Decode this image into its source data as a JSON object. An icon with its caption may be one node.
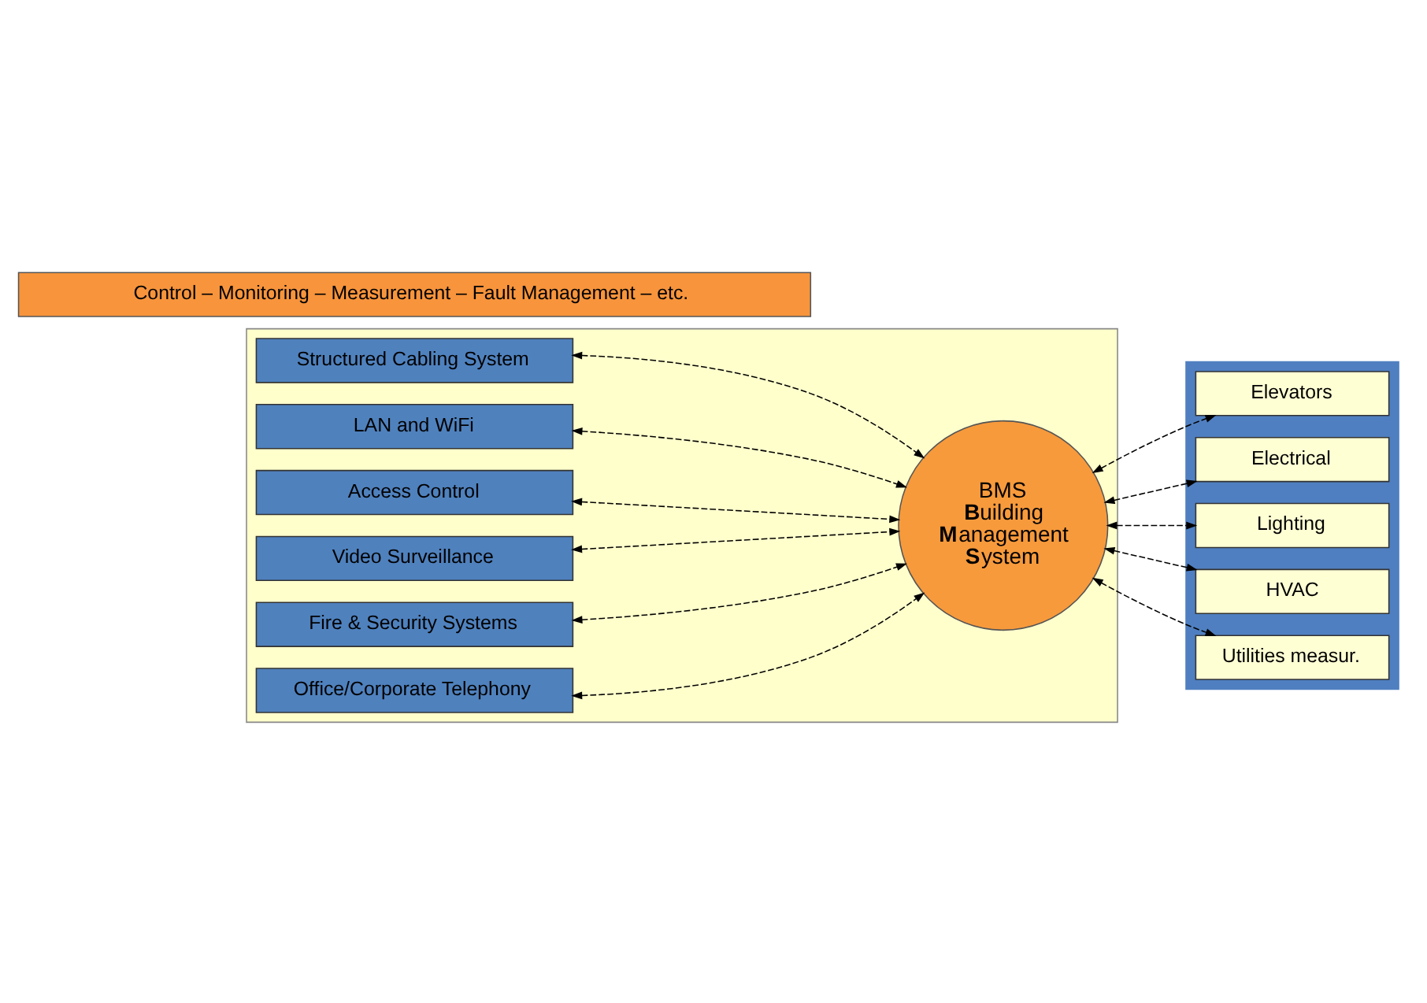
{
  "diagram": {
    "nodes": [
      {
        "text": [],
        "shape": "box"
      },
      {
        "text": [
          "Structured Cabling System"
        ],
        "in": 0
      },
      {
        "text": [
          "LAN and WiFi"
        ],
        "in": 0
      },
      {
        "text": [
          "Access Control"
        ],
        "in": 0
      },
      {
        "text": [
          "Video Surveillance"
        ],
        "in": 0
      },
      {
        "text": [
          "Fire & Security Systems"
        ],
        "in": 0
      },
      {
        "text": [
          "Office/Corporate Telephony"
        ],
        "in": 0
      },
      {
        "text": [
          "BMS",
          "**B**uilding **M**anagement **S**ystem"
        ],
        "in": 0
      },
      {
        "text": [],
        "shape": "box"
      },
      {
        "text": [
          "Elevators"
        ],
        "in": 8
      },
      {
        "text": [
          "Electrical"
        ],
        "in": 8
      },
      {
        "text": [
          "Lighting"
        ],
        "in": 8
      },
      {
        "text": [
          "HVAC"
        ],
        "in": 8
      },
      {
        "text": [
          "Utilities measur."
        ],
        "in": 8
      },
      {
        "text": [
          "Control – Monitoring – Measurement – Fault Management – etc."
        ]
      }
    ],
    "edges": [
      {
        "from": 1,
        "to": 7,
        "arrow": "both",
        "style": "dashed"
      },
      {
        "from": 2,
        "to": 7,
        "arrow": "both",
        "style": "dashed"
      },
      {
        "from": 3,
        "to": 7,
        "arrow": "both",
        "style": "dashed"
      },
      {
        "from": 4,
        "to": 7,
        "arrow": "both",
        "style": "dashed"
      },
      {
        "from": 5,
        "to": 7,
        "arrow": "both",
        "style": "dashed"
      },
      {
        "from": 6,
        "to": 7,
        "arrow": "both",
        "style": "dashed"
      },
      {
        "from": 7,
        "to": 9,
        "arrow": "both",
        "style": "dashed"
      },
      {
        "from": 7,
        "to": 10,
        "arrow": "both",
        "style": "dashed"
      },
      {
        "from": 7,
        "to": 11,
        "arrow": "both",
        "style": "dashed"
      },
      {
        "from": 7,
        "to": 12,
        "arrow": "both",
        "style": "dashed"
      },
      {
        "from": 7,
        "to": 13,
        "arrow": "both",
        "style": "dashed"
      }
    ]
  }
}
